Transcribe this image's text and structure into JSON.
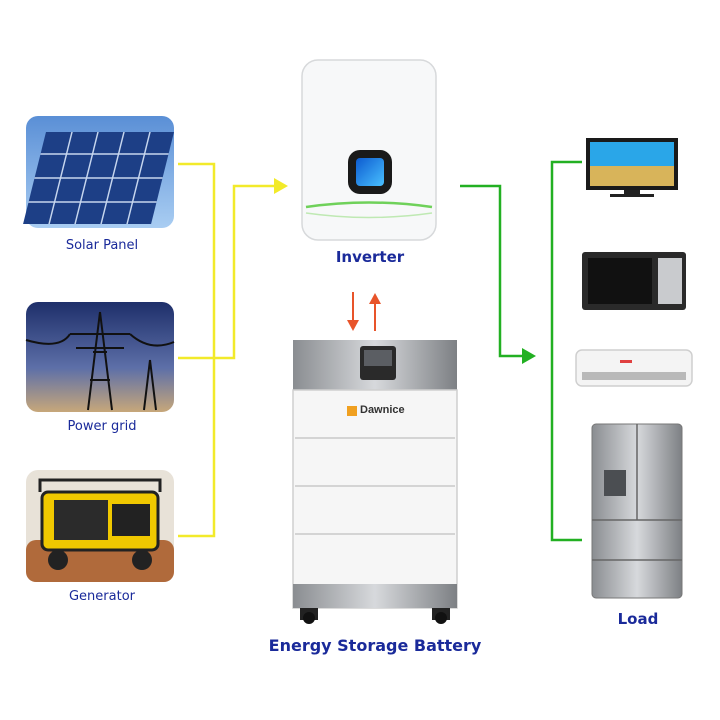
{
  "sources": [
    {
      "label": "Solar Panel",
      "icon": "solar-panel-icon"
    },
    {
      "label": "Power grid",
      "icon": "power-grid-icon"
    },
    {
      "label": "Generator",
      "icon": "generator-icon"
    }
  ],
  "inverter": {
    "label": "Inverter",
    "icon": "inverter-icon"
  },
  "battery": {
    "label": "Energy Storage Battery",
    "brand": "Dawnice",
    "icon": "battery-cabinet-icon"
  },
  "load": {
    "label": "Load",
    "appliances": [
      "tv-icon",
      "microwave-icon",
      "air-conditioner-icon",
      "refrigerator-icon"
    ]
  },
  "colors": {
    "input_line": "#f2ea2a",
    "output_line": "#22b022",
    "arrow_down": "#e8542a",
    "arrow_up": "#e8542a",
    "label": "#1a2a9a"
  }
}
